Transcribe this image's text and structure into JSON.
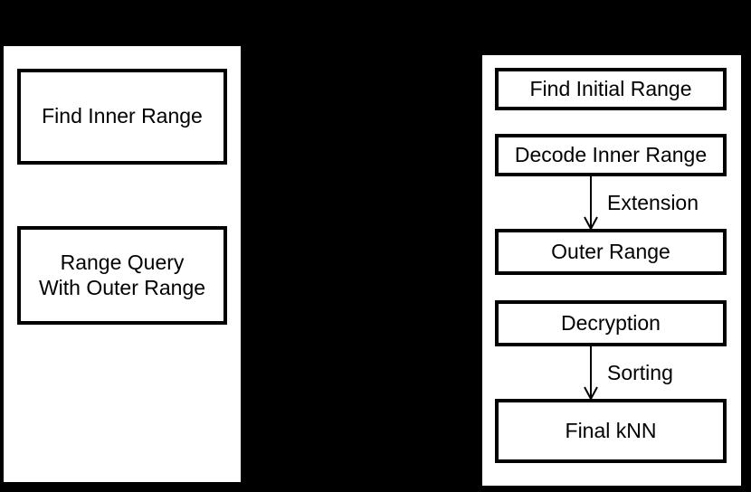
{
  "figure": {
    "background_color": "#000000",
    "panel_color": "#ffffff",
    "stroke_color": "#000000"
  },
  "left_panel": {
    "boxes": [
      {
        "id": "find-inner-range",
        "label": "Find Inner Range"
      },
      {
        "id": "range-query-outer",
        "label": "Range Query\nWith Outer Range"
      }
    ]
  },
  "right_panel": {
    "boxes": [
      {
        "id": "find-initial-range",
        "label": "Find Initial Range"
      },
      {
        "id": "decode-inner-range",
        "label": "Decode Inner Range"
      },
      {
        "id": "outer-range",
        "label": "Outer Range"
      },
      {
        "id": "decryption",
        "label": "Decryption"
      },
      {
        "id": "final-knn",
        "label": "Final kNN"
      }
    ],
    "arrows": [
      {
        "id": "extension",
        "label": "Extension",
        "from": "decode-inner-range",
        "to": "outer-range",
        "direction": "down"
      },
      {
        "id": "sorting",
        "label": "Sorting",
        "from": "decryption",
        "to": "final-knn",
        "direction": "down"
      }
    ]
  }
}
